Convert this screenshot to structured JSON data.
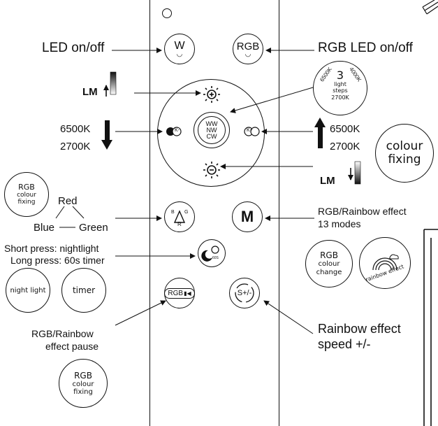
{
  "remote": {
    "buttons": {
      "w_label": "W",
      "rgb_label": "RGB",
      "center_lines": [
        "WW",
        "NW",
        "CW"
      ],
      "k_minus": "K-",
      "k_plus": "K+",
      "mode_label": "M",
      "rgb_pause_label": "RGB",
      "speed_label": "S+/-",
      "colour_r": "R",
      "colour_g": "G",
      "colour_b": "B",
      "timer_label": "60S"
    }
  },
  "callouts": {
    "led_onoff": "LED on/off",
    "rgb_led_onoff": "RGB LED on/off",
    "lm_up": "LM",
    "lm_down": "LM",
    "k_left_top": "6500K",
    "k_left_bottom": "2700K",
    "k_right_top": "6500K",
    "k_right_bottom": "2700K",
    "red": "Red",
    "blue": "Blue",
    "green": "Green",
    "short_press": "Short press: nightlight",
    "long_press": "Long press: 60s timer",
    "rgb_rainbow_effect": "RGB/Rainbow effect",
    "modes": "13 modes",
    "rgb_rainbow_pause_1": "RGB/Rainbow",
    "rgb_rainbow_pause_2": "effect pause",
    "rainbow_speed_1": "Rainbow effect",
    "rainbow_speed_2": "speed +/-"
  },
  "badges": {
    "light_steps": {
      "number": "3",
      "line1": "light",
      "line2": "steps",
      "k_left": "6500K",
      "k_right": "4000K",
      "k_bottom": "2700K"
    },
    "colour_fixing": [
      "colour",
      "fixing"
    ],
    "rgb_colour_fixing_top": [
      "RGB",
      "colour",
      "fixing"
    ],
    "night_light": "night light",
    "timer": "timer",
    "rgb_colour_change": [
      "RGB",
      "colour",
      "change"
    ],
    "rainbow_effect": "rainbow effect",
    "rgb_colour_fixing_bottom": [
      "RGB",
      "colour",
      "fixing"
    ]
  },
  "colors": {
    "ink": "#111111",
    "background": "#ffffff"
  }
}
